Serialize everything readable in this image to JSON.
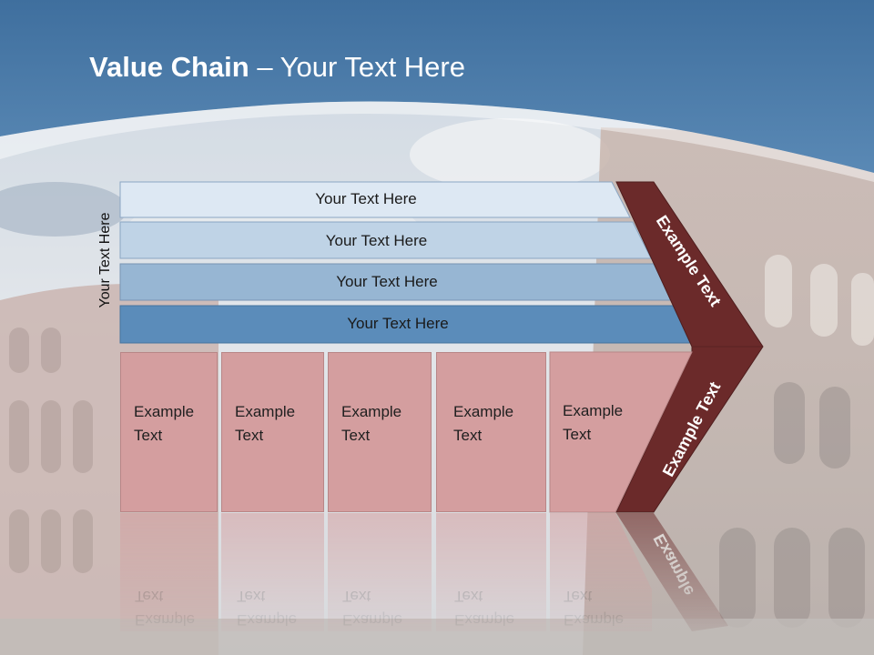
{
  "title": {
    "bold": "Value Chain",
    "rest": " – Your Text Here"
  },
  "side_label": "Your Text Here",
  "bars": [
    {
      "label": "Your Text Here",
      "color": "#dde8f3"
    },
    {
      "label": "Your Text Here",
      "color": "#bfd3e6"
    },
    {
      "label": "Your Text Here",
      "color": "#97b6d3"
    },
    {
      "label": "Your Text Here",
      "color": "#5b8cba"
    }
  ],
  "boxes": [
    {
      "line1": "Example",
      "line2": "Text"
    },
    {
      "line1": "Example",
      "line2": "Text"
    },
    {
      "line1": "Example",
      "line2": "Text"
    },
    {
      "line1": "Example",
      "line2": "Text"
    },
    {
      "line1": "Example",
      "line2": "Text"
    }
  ],
  "chevron": {
    "upper": "Example Text",
    "lower": "Example Text",
    "color": "#6b2a2a"
  },
  "colors": {
    "header": "#4a79a6",
    "box": "#d49e9f"
  }
}
